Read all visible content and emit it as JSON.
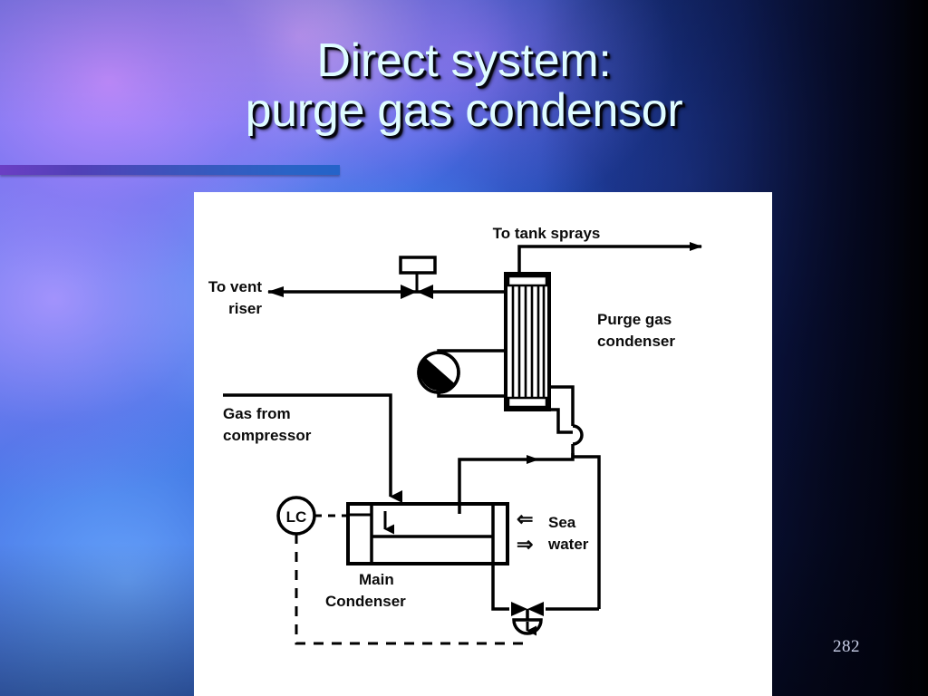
{
  "slide": {
    "title_line1": "Direct system:",
    "title_line2": "purge gas condensor",
    "slide_number": "282",
    "title_color": "#dffcff",
    "divider_color_left": "#6b3fc4",
    "divider_color_right": "#2463c9",
    "background_colors": [
      "#6f7cf0",
      "#2f5fd0",
      "#101f5e",
      "#020309"
    ]
  },
  "diagram": {
    "panel_background": "#ffffff",
    "line_color": "#000000",
    "labels": {
      "to_tank_sprays": "To  tank  sprays",
      "to_vent_riser_line1": "To vent",
      "to_vent_riser_line2": "riser",
      "purge_gas_condenser_line1": "Purge gas",
      "purge_gas_condenser_line2": "condenser",
      "gas_from_compressor_line1": "Gas from",
      "gas_from_compressor_line2": "compressor",
      "level_controller": "LC",
      "main_condenser_line1": "Main",
      "main_condenser_line2": "Condenser",
      "sea_water_line1": "Sea",
      "sea_water_line2": "water",
      "sea_water_arrow_in": "⇐",
      "sea_water_arrow_out": "⇒"
    },
    "equipment": [
      {
        "name": "purge-gas-condenser",
        "type": "vertical-shell-and-tube"
      },
      {
        "name": "main-condenser",
        "type": "horizontal-shell-and-tube"
      },
      {
        "name": "pump",
        "type": "centrifugal-pump"
      },
      {
        "name": "vent-control-valve",
        "type": "control-valve-with-actuator"
      },
      {
        "name": "condensate-control-valve",
        "type": "diaphragm-control-valve"
      },
      {
        "name": "level-controller",
        "type": "instrument-bubble"
      }
    ]
  }
}
